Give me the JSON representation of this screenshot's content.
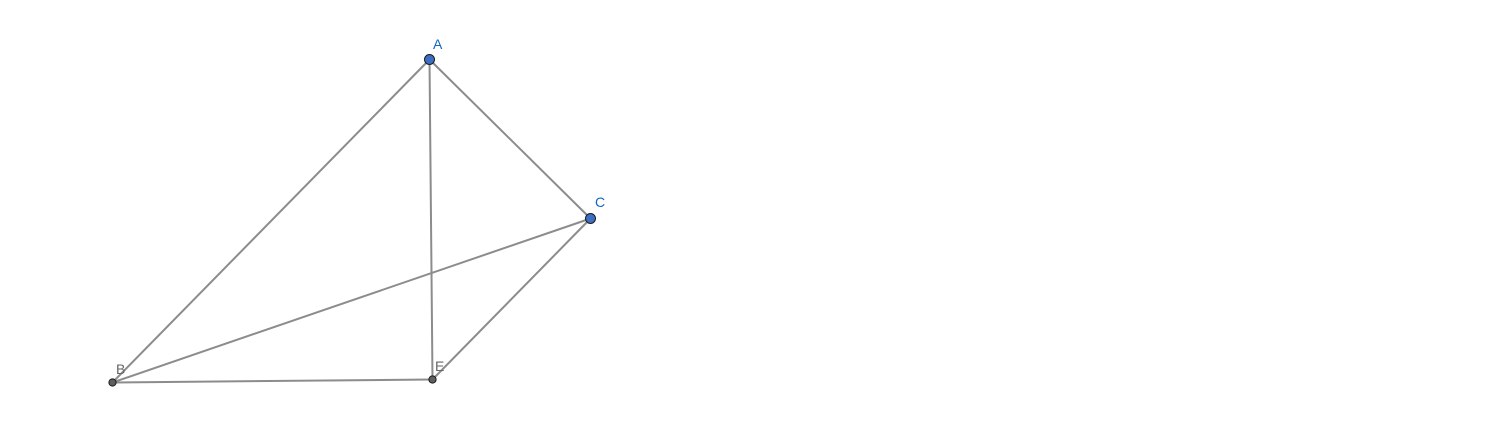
{
  "diagram": {
    "points": [
      {
        "id": "A",
        "label": "A",
        "role": "free",
        "color": "#1565c0"
      },
      {
        "id": "B",
        "label": "B",
        "role": "dependent",
        "color": "#666666"
      },
      {
        "id": "C",
        "label": "C",
        "role": "free",
        "color": "#1565c0"
      },
      {
        "id": "E",
        "label": "E",
        "role": "dependent",
        "color": "#666666"
      }
    ],
    "segments": [
      [
        "A",
        "B"
      ],
      [
        "A",
        "C"
      ],
      [
        "A",
        "E"
      ],
      [
        "B",
        "C"
      ],
      [
        "B",
        "E"
      ],
      [
        "C",
        "E"
      ]
    ],
    "colors": {
      "segment": "#8c8c8c",
      "free_point_fill": "#3c6fc4",
      "dependent_point_fill": "#5f5f5f",
      "point_stroke": "#1a1a1a"
    }
  }
}
